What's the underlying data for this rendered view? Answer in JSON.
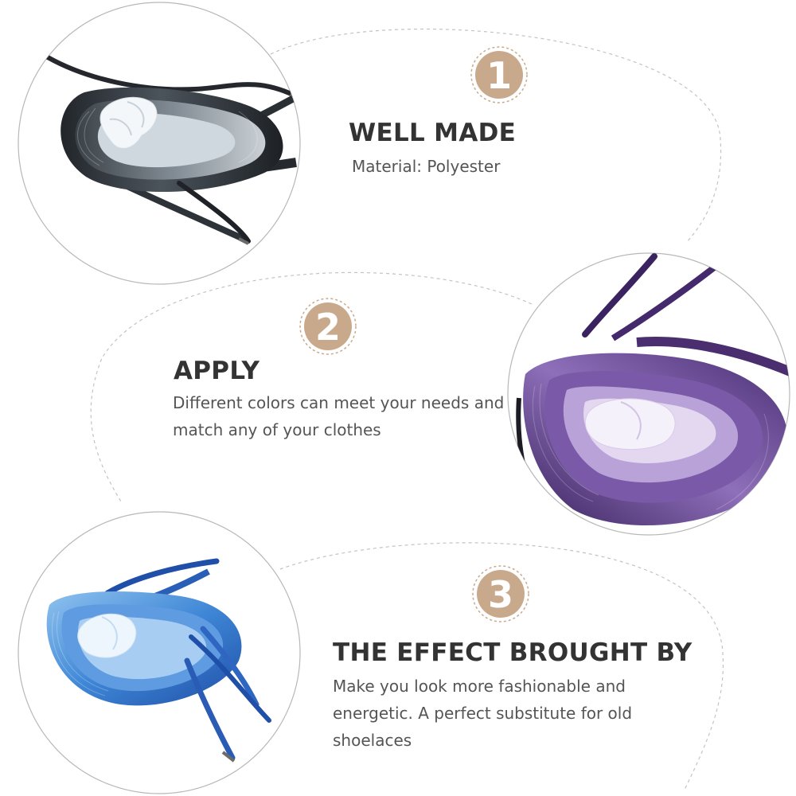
{
  "accent_color": "#c9a98c",
  "features": [
    {
      "number": "1",
      "title": "WELL MADE",
      "description": "Material: Polyester",
      "lace_color": "dark gray to white gradient shoelace",
      "image_icon": "gray-shoelace-photo"
    },
    {
      "number": "2",
      "title": "APPLY",
      "description": "Different colors can meet your needs and match any of your clothes",
      "lace_color": "purple to white gradient shoelace",
      "image_icon": "purple-shoelace-photo"
    },
    {
      "number": "3",
      "title": "THE EFFECT BROUGHT BY",
      "description": "Make you look more fashionable and energetic. A perfect substitute for old shoelaces",
      "lace_color": "blue to white gradient shoelace",
      "image_icon": "blue-shoelace-photo"
    }
  ]
}
